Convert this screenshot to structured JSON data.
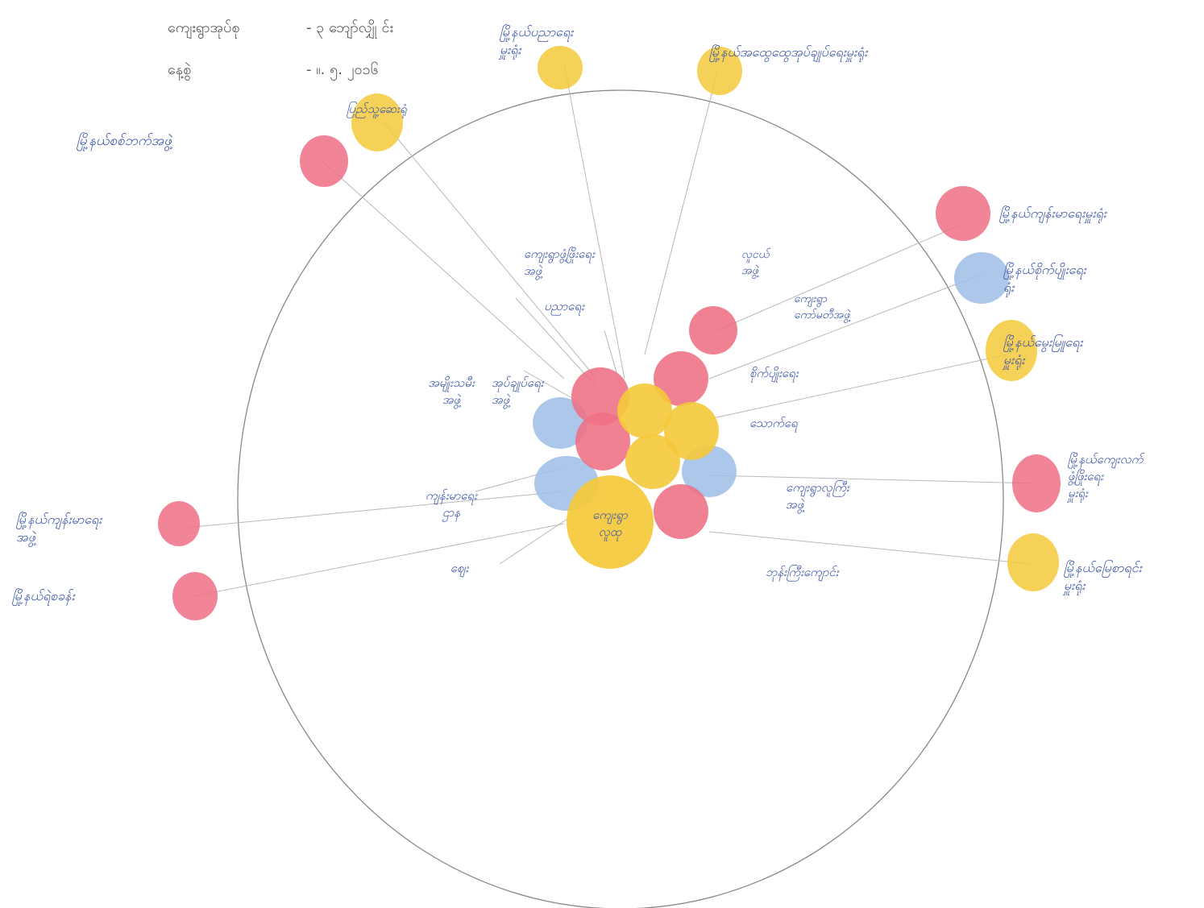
{
  "header": {
    "village_label": "ကျေးရွာအုပ်စု",
    "village_value": "- ၃ ဘျော်လျှို င်း",
    "date_label": "နေ့စွဲ",
    "date_value": "- ။. ၅. ၂၀၁၆"
  },
  "colors": {
    "red": "#ee6f84",
    "yellow": "#f5c93a",
    "blue": "#9fbde8",
    "ink": "#3b55a8",
    "circle": "#888888"
  },
  "center": {
    "label_line1": "ကျေးရွာ",
    "label_line2": "လူထု"
  },
  "inner_labels": [
    {
      "id": "inner-health",
      "lines": [
        "ကျန်းမာရေး",
        "ဌာန"
      ]
    },
    {
      "id": "inner-education",
      "lines": [
        "ပညာရေး"
      ]
    },
    {
      "id": "inner-admin",
      "lines": [
        "အုပ်ချုပ်ရေး",
        "အဖွဲ့"
      ]
    },
    {
      "id": "inner-dev",
      "lines": [
        "ကျေးရွာဖွံ့ဖြိုးရေး",
        "အဖွဲ့"
      ]
    },
    {
      "id": "inner-committee",
      "lines": [
        "ကျေးရွာ",
        "ကော်မတီအဖွဲ့"
      ]
    },
    {
      "id": "inner-agri",
      "lines": [
        "စိုက်ပျိုးရေး"
      ]
    },
    {
      "id": "inner-water",
      "lines": [
        "သောက်ရေ"
      ]
    },
    {
      "id": "inner-women",
      "lines": [
        "အမျိုးသမီး",
        "အဖွဲ့"
      ]
    },
    {
      "id": "inner-youth",
      "lines": [
        "လူငယ်",
        "အဖွဲ့"
      ]
    },
    {
      "id": "inner-monastery",
      "lines": [
        "ဘုန်းကြီးကျောင်း"
      ]
    },
    {
      "id": "inner-elders",
      "lines": [
        "ကျေးရွာလူကြီး",
        "အဖွဲ့"
      ]
    },
    {
      "id": "inner-market",
      "lines": [
        "ဈေး"
      ]
    }
  ],
  "outer_labels": [
    {
      "id": "outer-top-1",
      "lines": [
        "မြို့နယ်ပညာရေး",
        "မှူးရုံး"
      ]
    },
    {
      "id": "outer-top-2",
      "lines": [
        "မြို့နယ်အထွေထွေအုပ်ချုပ်ရေးမှူးရုံး"
      ]
    },
    {
      "id": "outer-top-3",
      "lines": [
        "ပြည်သူ့ဆေးရုံ"
      ]
    },
    {
      "id": "outer-top-left",
      "lines": [
        "မြို့နယ်စစ်ဘက်အဖွဲ့"
      ]
    },
    {
      "id": "outer-right-1",
      "lines": [
        "မြို့နယ်ကျန်းမာရေးမှူးရုံး"
      ]
    },
    {
      "id": "outer-right-2",
      "lines": [
        "မြို့နယ်စိုက်ပျိုးရေး",
        "ရုံး"
      ]
    },
    {
      "id": "outer-right-3",
      "lines": [
        "မြို့နယ်မွေးမြူရေး",
        "မှူးရုံး"
      ]
    },
    {
      "id": "outer-right-4",
      "lines": [
        "မြို့နယ်ကျေးလက်",
        "ဖွံ့ဖြိုးရေး",
        "မှူးရုံး"
      ]
    },
    {
      "id": "outer-right-5",
      "lines": [
        "မြို့နယ်မြေစာရင်း",
        "မှူးရုံး"
      ]
    },
    {
      "id": "outer-left-1",
      "lines": [
        "မြို့နယ်ကျန်းမာရေး",
        "အဖွဲ့"
      ]
    },
    {
      "id": "outer-left-2",
      "lines": [
        "မြို့နယ်ရဲစခန်း"
      ]
    }
  ]
}
